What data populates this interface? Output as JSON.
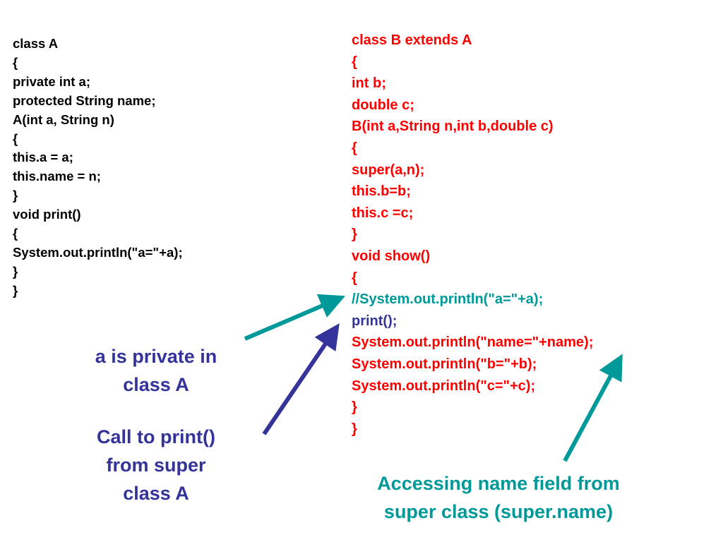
{
  "class_a": {
    "lines": [
      "class A",
      "{",
      "private int a;",
      "protected String name;",
      "A(int a, String n)",
      "{",
      "this.a = a;",
      "this.name = n;",
      "}",
      "void print()",
      "{",
      "System.out.println(\"a=\"+a);",
      "}",
      "}"
    ]
  },
  "class_b": {
    "lines": [
      "class B extends A",
      "{",
      "int b;",
      "double c;",
      "B(int a,String n,int b,double c)",
      "{",
      "super(a,n);",
      "this.b=b;",
      "this.c =c;",
      "}",
      "void show()",
      "{",
      "//System.out.println(\"a=\"+a);",
      "print();",
      "System.out.println(\"name=\"+name);",
      "System.out.println(\"b=\"+b);",
      "System.out.println(\"c=\"+c);",
      "}",
      "}"
    ],
    "comment_line_index": 12,
    "call_line_index": 13
  },
  "annotations": {
    "private_note": [
      "a is private in",
      "class A"
    ],
    "print_note": [
      "Call to print()",
      "from super",
      "class A"
    ],
    "name_note": [
      "Accessing name field from",
      "super class (super.name)"
    ]
  },
  "colors": {
    "code_default": "#000000",
    "subclass_code": "#ff0000",
    "comment": "#009999",
    "call": "#333399",
    "teal_arrow": "#009999",
    "navy_arrow": "#333399"
  }
}
